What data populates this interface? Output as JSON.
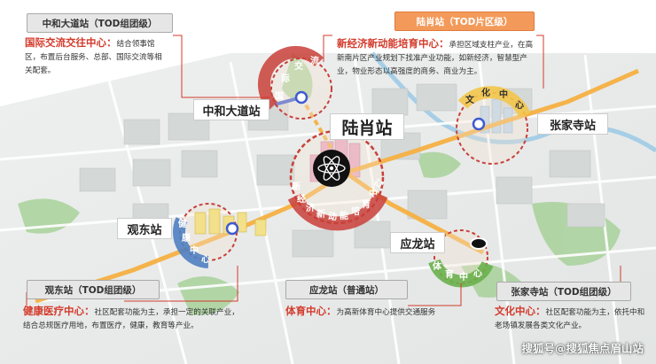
{
  "top_left": {
    "tag": "中和大道站（TOD组团级）",
    "heading": "国际交流交往中心：",
    "body": "结合领事馆区，布置后台服务、总部、国际交流等相关配套。"
  },
  "top_right": {
    "tag": "陆肖站（TOD片区级）",
    "heading": "新经济新动能培育中心：",
    "body": "承担区域支柱产业，在高新南片区产业规划下找准产业功能，如新经济，智慧型产业，物业形态以高强度的商务、商业为主。"
  },
  "bottom_left": {
    "tag": "观东站（TOD组团级）",
    "heading": "健康医疗中心：",
    "body": "社区配套功能为主，承担一定的关联产业，结合总规医疗用地，布置医疗，健康，教育等产业。"
  },
  "bottom_center": {
    "tag": "应龙站（普通站）",
    "heading": "体育中心：",
    "body": "为高新体育中心提供交通服务"
  },
  "bottom_right": {
    "tag": "张家寺站（TOD组团级）",
    "heading": "文化中心：",
    "body": "社区配套功能为主，依托中和老场镇发展各类文化产业。"
  },
  "stations": {
    "zhonghe": "中和大道站",
    "luxiao": "陆肖站",
    "zhangjiasi": "张家寺站",
    "guandong": "观东站",
    "yinglong": "应龙站"
  },
  "ring_labels": {
    "guoji": [
      "国",
      "际",
      "交",
      "流"
    ],
    "wenhua": [
      "文",
      "化",
      "中",
      "心"
    ],
    "xinjingji": [
      "新",
      "经",
      "济",
      "新",
      "动",
      "能",
      "培",
      "育",
      "中",
      "心"
    ],
    "jiankang": [
      "健",
      "康",
      "中",
      "心"
    ],
    "tiyu": [
      "体",
      "育",
      "中",
      "心"
    ]
  },
  "watermark": "搜狐号@搜狐焦点眉山站",
  "colors": {
    "accent_red": "#d33a2b",
    "route_orange": "#f5b042",
    "ring_red": "#c9403a",
    "tag_orange": "#f39a5a"
  }
}
